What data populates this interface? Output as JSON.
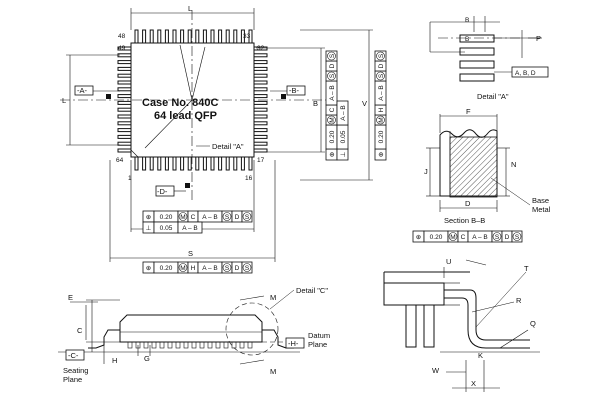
{
  "package": {
    "case_line": "Case No. 840C",
    "lead_line": "64 lead QFP"
  },
  "pins": {
    "pin_48": "48",
    "pin_33": "33",
    "pin_49": "49",
    "pin_32": "32",
    "pin_64": "64",
    "pin_17": "17",
    "pin_1": "1",
    "pin_16": "16"
  },
  "datums": {
    "datum_a": "-A-",
    "datum_b": "-B-",
    "datum_d": "-D-",
    "datum_c": "-C-",
    "datum_h": "-H-"
  },
  "dims": {
    "L": "L",
    "S": "S",
    "B": "B",
    "V": "V",
    "A": "A",
    "E": "E",
    "C": "C",
    "H": "H",
    "G": "G",
    "M": "M",
    "F": "F",
    "J": "J",
    "N": "N",
    "D": "D",
    "P": "P",
    "U": "U",
    "T": "T",
    "R": "R",
    "Q": "Q",
    "K": "K",
    "W": "W",
    "X": "X"
  },
  "labels": {
    "detail_a_callout": "Detail \"A\"",
    "detail_a_title": "Detail \"A\"",
    "detail_c_callout": "Detail \"C\"",
    "section_bb": "Section B–B",
    "base_metal_1": "Base",
    "base_metal_2": "Metal",
    "seating_1": "Seating",
    "seating_2": "Plane",
    "datum_plane_1": "Datum",
    "datum_plane_2": "Plane",
    "section_b_top": "B",
    "section_b_bottom": "B",
    "detail_a_datum_ref": "A, B, D"
  },
  "tolerance_frames": {
    "under_top_row1": [
      "⊕",
      "0.20",
      "M",
      "C",
      "A – B",
      "S",
      "D",
      "S"
    ],
    "under_top_row2": [
      "⊥",
      "0.05",
      "A – B"
    ],
    "bottom_s": [
      "⊕",
      "0.20",
      "M",
      "H",
      "A – B",
      "S",
      "D",
      "S"
    ],
    "section_frame": [
      "⊕",
      "0.20",
      "M",
      "C",
      "A – B",
      "S",
      "D",
      "S"
    ],
    "side1": [
      "⊕",
      "0.20",
      "M",
      "C",
      "A – B",
      "S",
      "D",
      "S"
    ],
    "side2": [
      "⊥",
      "0.05",
      "A – B"
    ],
    "side3": [
      "⊕",
      "0.20",
      "M",
      "H",
      "A – B",
      "S",
      "D",
      "S"
    ]
  }
}
